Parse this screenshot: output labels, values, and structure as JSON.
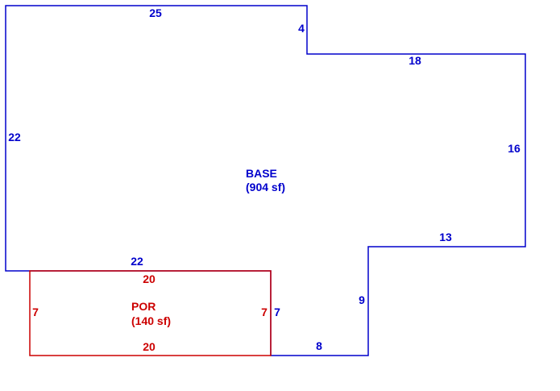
{
  "colors": {
    "base": "#0000cc",
    "porch": "#cc0000",
    "background": "#ffffff"
  },
  "base": {
    "name": "BASE",
    "area": "(904 sf)",
    "dimensions": {
      "top": "25",
      "step_down": "4",
      "upper_right_top": "18",
      "left": "22",
      "right": "16",
      "notch_top": "13",
      "bottom_left": "22",
      "notch_side": "9",
      "bottom_right": "8",
      "porch_side": "7"
    }
  },
  "porch": {
    "name": "POR",
    "area": "(140 sf)",
    "dimensions": {
      "top": "20",
      "bottom": "20",
      "left": "7",
      "right": "7"
    }
  }
}
